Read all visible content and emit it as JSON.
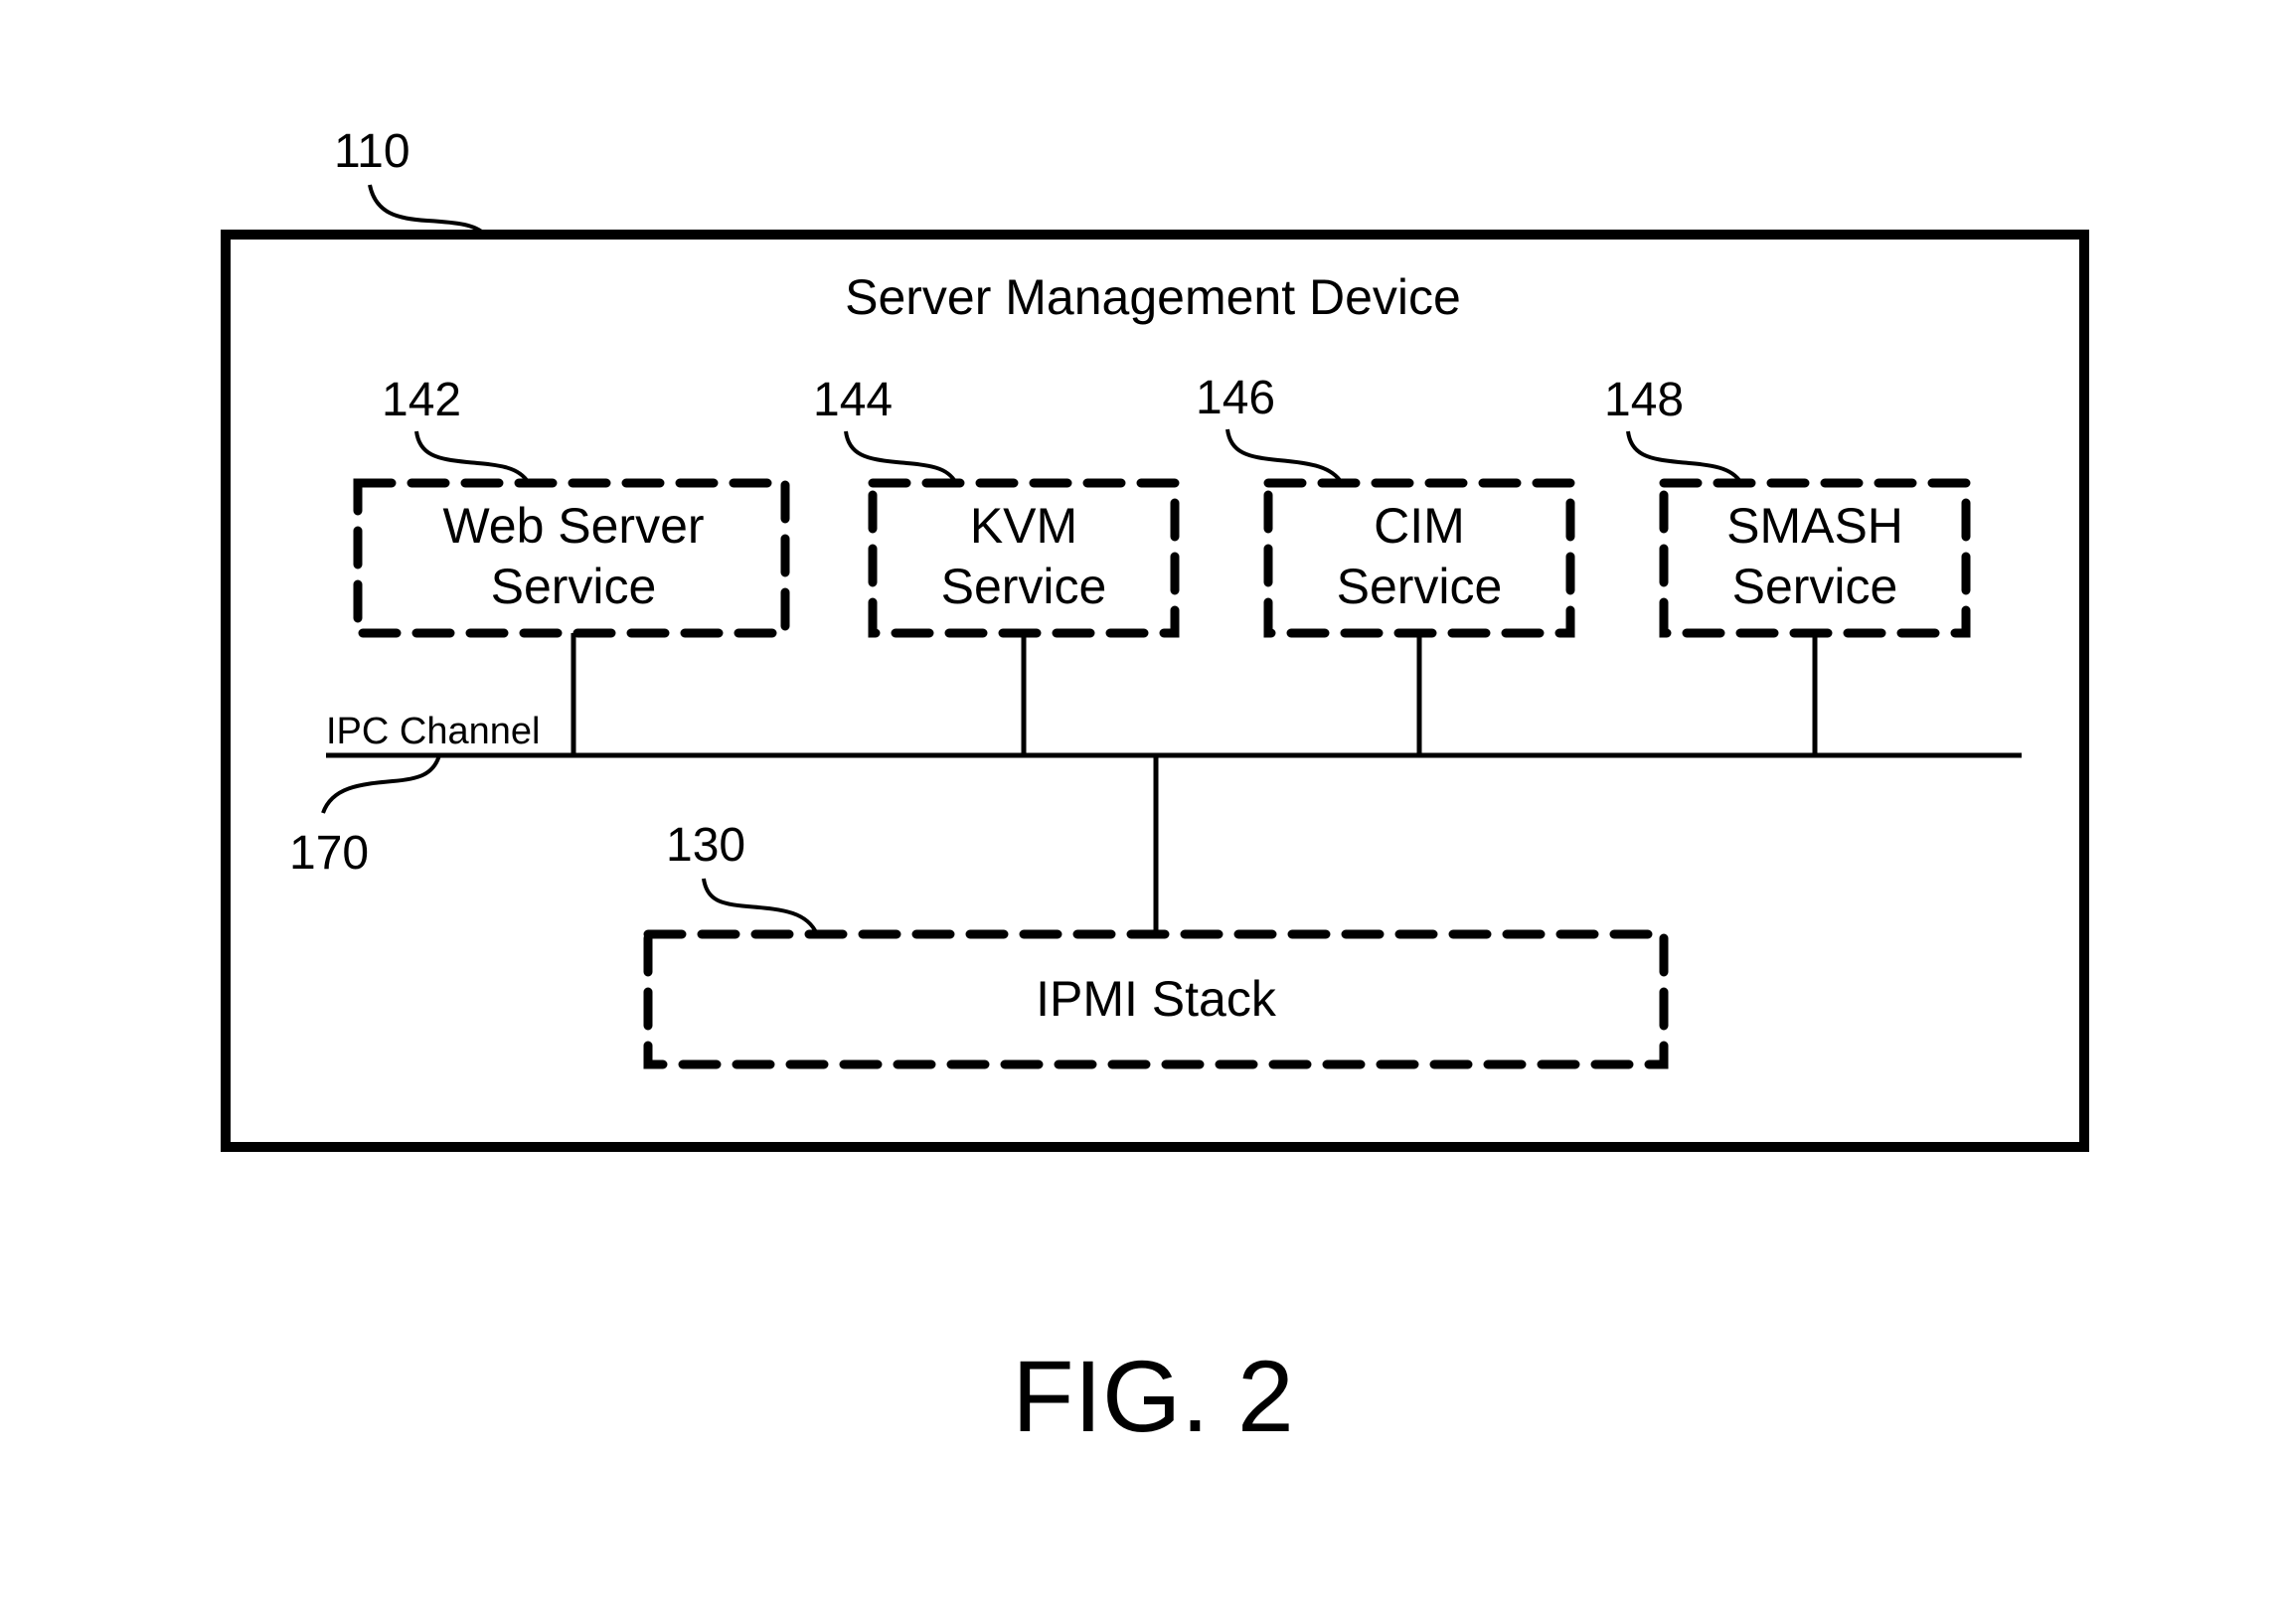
{
  "figure": {
    "caption": "FIG. 2",
    "device": {
      "ref": "110",
      "title": "Server Management Device"
    },
    "services": [
      {
        "ref": "142",
        "lines": [
          "Web Server",
          "Service"
        ]
      },
      {
        "ref": "144",
        "lines": [
          "KVM",
          "Service"
        ]
      },
      {
        "ref": "146",
        "lines": [
          "CIM",
          "Service"
        ]
      },
      {
        "ref": "148",
        "lines": [
          "SMASH",
          "Service"
        ]
      }
    ],
    "channel": {
      "ref": "170",
      "label": "IPC Channel"
    },
    "stack": {
      "ref": "130",
      "label": "IPMI Stack"
    },
    "colors": {
      "stroke": "#000000",
      "background": "#ffffff"
    }
  }
}
